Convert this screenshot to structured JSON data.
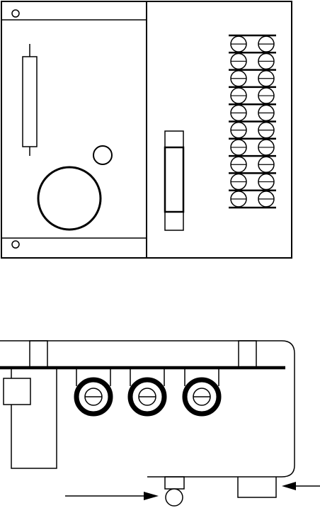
{
  "figure": {
    "views": [
      "top-view",
      "side-view"
    ],
    "terminal_block": {
      "rows": 10,
      "columns": 2
    },
    "side_view": {
      "ring_terminals": 3,
      "arrows": 2
    },
    "colors": {
      "stroke": "#000000",
      "background": "#ffffff"
    }
  }
}
